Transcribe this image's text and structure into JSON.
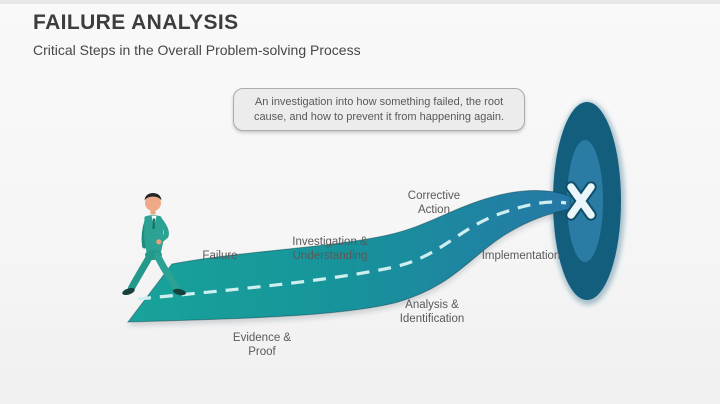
{
  "header": {
    "title": "FAILURE ANALYSIS",
    "subtitle": "Critical Steps in the Overall Problem-solving Process"
  },
  "callout": {
    "text": "An investigation into how something failed, the root cause, and how to prevent it from happening again."
  },
  "diagram": {
    "steps": [
      {
        "label": "Failure"
      },
      {
        "label": "Evidence & Proof"
      },
      {
        "label": "Investigation & Understanding"
      },
      {
        "label": "Analysis & Identification"
      },
      {
        "label": "Corrective Action"
      },
      {
        "label": "Implementation"
      }
    ],
    "icons": {
      "person": "walking-person-icon",
      "road": "road-path",
      "target": "target-ellipse-icon",
      "x_marker": "x-marker-icon"
    },
    "colors": {
      "road_start": "#18A39A",
      "road_mid": "#17939B",
      "road_end": "#2578A6",
      "road_dash": "#CFEEF0",
      "target_outer": "#135E7D",
      "target_inner": "#2B7CA4",
      "x_marker_fill": "#EAF6F9",
      "x_marker_outline": "#0F4F6B",
      "person_suit": "#2BA293",
      "label_text": "#595959"
    }
  }
}
